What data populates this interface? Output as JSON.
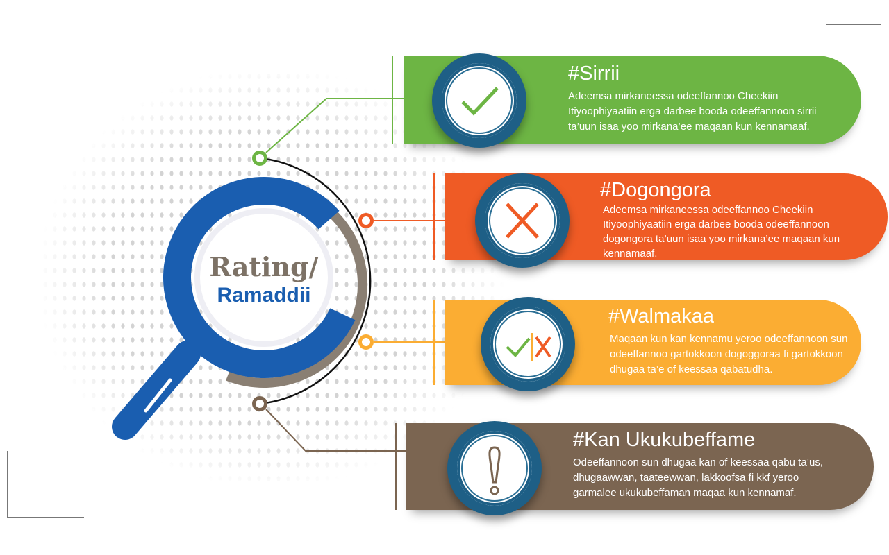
{
  "center": {
    "line1": "Rating/",
    "line2": "Ramaddii"
  },
  "items": [
    {
      "title": "#Sirrii",
      "body": "Adeemsa mirkaneessa odeeffannoo Cheekiin Itiyoophiyaatiin erga darbee booda odeeffannoon sirrii ta’uun isaa yoo mirkana’ee maqaan kun kennamaaf.",
      "color": "#6db544",
      "icon": "check-icon"
    },
    {
      "title": "#Dogongora",
      "body": "Adeemsa mirkaneessa odeeffannoo Cheekiin Itiyoophiyaatiin erga darbee booda odeeffannoon dogongora ta’uun isaa yoo mirkana’ee maqaan kun kennamaaf.",
      "color": "#ef5b25",
      "icon": "x-icon"
    },
    {
      "title": "#Walmakaa",
      "body": "Maqaan kun kan kennamu yeroo odeeffannoon sun odeeffannoo gartokkoon dogoggoraa fi gartokkoon dhugaa ta’e of keessaa qabatudha.",
      "color": "#fbad33",
      "icon": "check-x-icon"
    },
    {
      "title": "#Kan Ukukubeffame",
      "body": "Odeeffannoon sun dhugaa kan of keessaa qabu ta’us, dhugaawwan, taateewwan, lakkoofsa fi kkf yeroo garmalee ukukubeffaman maqaa kun kennamaf.",
      "color": "#7b6551",
      "icon": "exclamation-icon"
    }
  ],
  "colors": {
    "magnifier": "#1a5eb0",
    "ring": "#1e5f86"
  }
}
